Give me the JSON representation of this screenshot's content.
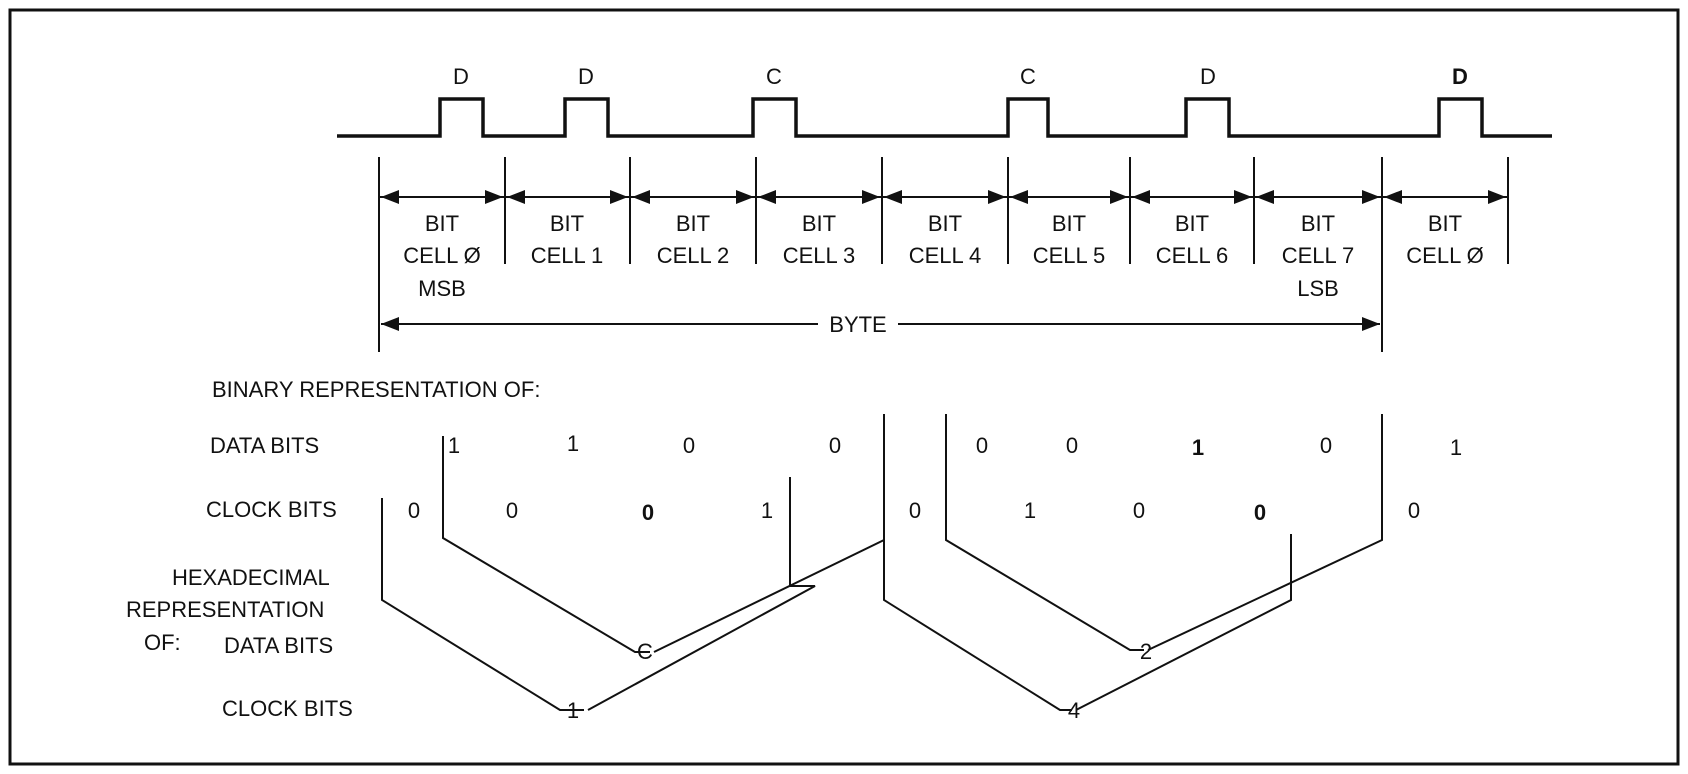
{
  "pulse_labels": [
    "D",
    "D",
    "C",
    "C",
    "D",
    "D"
  ],
  "bit_word": "BIT",
  "cells": [
    "CELL Ø",
    "CELL 1",
    "CELL 2",
    "CELL 3",
    "CELL 4",
    "CELL 5",
    "CELL 6",
    "CELL 7",
    "CELL Ø"
  ],
  "msb_label": "MSB",
  "lsb_label": "LSB",
  "byte_label": "BYTE",
  "binary_heading": "BINARY REPRESENTATION OF:",
  "data_bits_label": "DATA BITS",
  "clock_bits_label": "CLOCK BITS",
  "data_bits": [
    "1",
    "1",
    "0",
    "0",
    "0",
    "0",
    "1",
    "0",
    "1"
  ],
  "clock_bits": [
    "0",
    "0",
    "0",
    "1",
    "0",
    "1",
    "0",
    "0",
    "0"
  ],
  "hex_heading_lines": [
    "HEXADECIMAL",
    "REPRESENTATION",
    "OF:"
  ],
  "hex_data_label": "DATA BITS",
  "hex_clock_label": "CLOCK BITS",
  "hex_data_values": [
    "C",
    "2"
  ],
  "hex_clock_values": [
    "1",
    "4"
  ]
}
